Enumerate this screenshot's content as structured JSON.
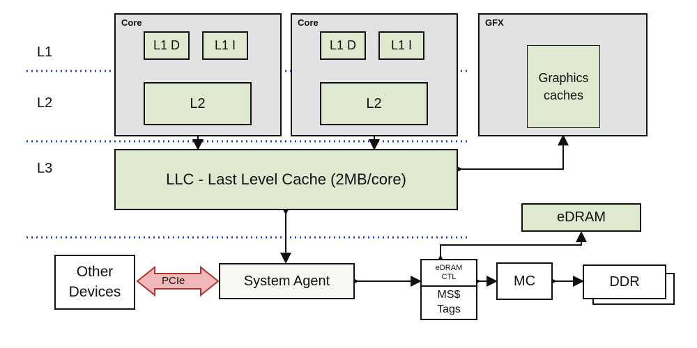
{
  "levels": [
    "L1",
    "L2",
    "L3"
  ],
  "cores": [
    {
      "title": "Core",
      "l1d": "L1 D",
      "l1i": "L1 I",
      "l2": "L2"
    },
    {
      "title": "Core",
      "l1d": "L1 D",
      "l1i": "L1 I",
      "l2": "L2"
    }
  ],
  "gfx": {
    "title": "GFX",
    "caches": "Graphics caches"
  },
  "llc": "LLC - Last Level Cache (2MB/core)",
  "edram": "eDRAM",
  "edram_ctl": "eDRAM CTL",
  "ms_tags": "MS$ Tags",
  "mc": "MC",
  "ddr": "DDR",
  "system_agent": "System Agent",
  "pcie": "PCIe",
  "other_devices": "Other Devices",
  "colors": {
    "green": "#dfe9cf",
    "gray": "#e2e2e4",
    "dotted": "#1f3fd6",
    "pcie": "#f0b8b8"
  }
}
